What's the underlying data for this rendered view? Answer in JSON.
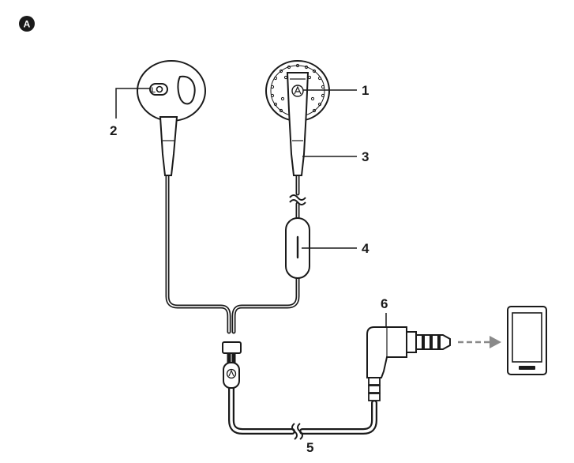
{
  "figure": {
    "badge": "A"
  },
  "callouts": {
    "c1": "1",
    "c2": "2",
    "c3": "3",
    "c4": "4",
    "c5": "5",
    "c6": "6"
  },
  "colors": {
    "line": "#1a1a1a",
    "arrow": "#8a8a8a",
    "badge": "#1a1a1a"
  },
  "icons": [
    "earpiece-left",
    "earpiece-right",
    "inline-mic-remote",
    "cable-slider",
    "brand-logo-icon",
    "plug-3.5mm",
    "smartphone-icon",
    "dashed-arrow-icon"
  ]
}
